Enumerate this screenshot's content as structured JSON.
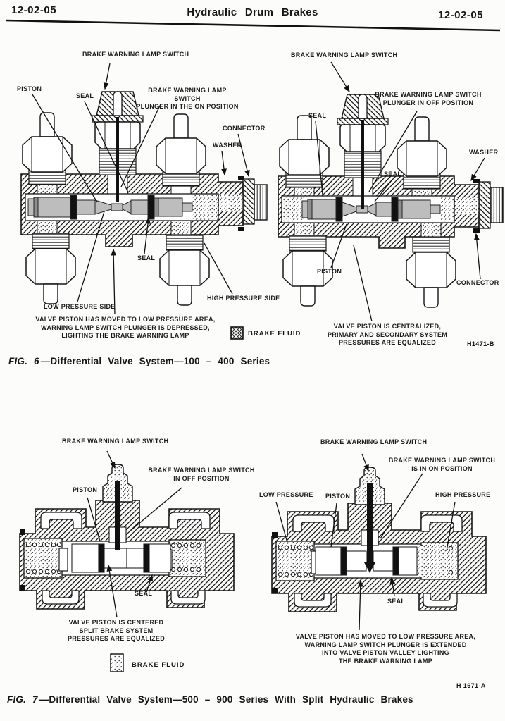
{
  "header": {
    "page_number_left": "12-02-05",
    "title": "Hydraulic Drum Brakes",
    "page_number_right": "12-02-05"
  },
  "fig6": {
    "caption_no": "FIG. 6",
    "caption_text": "—Differential Valve System—100 – 400 Series",
    "ref_code": "H1471-B",
    "legend_label": "BRAKE FLUID",
    "left": {
      "switch": "BRAKE WARNING LAMP SWITCH",
      "piston": "PISTON",
      "seal_upper": "SEAL",
      "plunger_note": "BRAKE WARNING LAMP SWITCH\nPLUNGER IN THE ON POSITION",
      "connector": "CONNECTOR",
      "washer": "WASHER",
      "seal_lower": "SEAL",
      "low_pressure": "LOW PRESSURE SIDE",
      "high_pressure": "HIGH PRESSURE SIDE",
      "state_note": "VALVE PISTON HAS MOVED TO LOW PRESSURE AREA,\nWARNING LAMP SWITCH PLUNGER IS DEPRESSED,\nLIGHTING THE BRAKE WARNING LAMP"
    },
    "right": {
      "switch": "BRAKE WARNING LAMP SWITCH",
      "seal_upper": "SEAL",
      "plunger_note": "BRAKE WARNING LAMP SWITCH\nPLUNGER IN OFF POSITION",
      "seal_mid": "SEAL",
      "washer": "WASHER",
      "piston": "PISTON",
      "connector": "CONNECTOR",
      "state_note": "VALVE PISTON IS CENTRALIZED,\nPRIMARY AND SECONDARY SYSTEM\nPRESSURES ARE EQUALIZED"
    }
  },
  "fig7": {
    "caption_no": "FIG. 7",
    "caption_text": "—Differential Valve System—500 – 900 Series With Split Hydraulic Brakes",
    "ref_code": "H 1671-A",
    "legend_label": "BRAKE FLUID",
    "left": {
      "switch": "BRAKE WARNING LAMP SWITCH",
      "plunger_note": "BRAKE WARNING LAMP SWITCH\nIN OFF POSITION",
      "piston": "PISTON",
      "seal": "SEAL",
      "state_note": "VALVE PISTON IS CENTERED\nSPLIT BRAKE SYSTEM\nPRESSURES ARE EQUALIZED"
    },
    "right": {
      "switch": "BRAKE WARNING LAMP SWITCH",
      "plunger_note": "BRAKE WARNING LAMP SWITCH\nIS IN ON POSITION",
      "low_pressure": "LOW PRESSURE",
      "piston": "PISTON",
      "high_pressure": "HIGH PRESSURE",
      "seal": "SEAL",
      "state_note": "VALVE PISTON HAS MOVED TO LOW PRESSURE AREA,\nWARNING LAMP SWITCH PLUNGER IS EXTENDED\nINTO VALVE PISTON VALLEY LIGHTING\nTHE BRAKE WARNING LAMP"
    }
  }
}
